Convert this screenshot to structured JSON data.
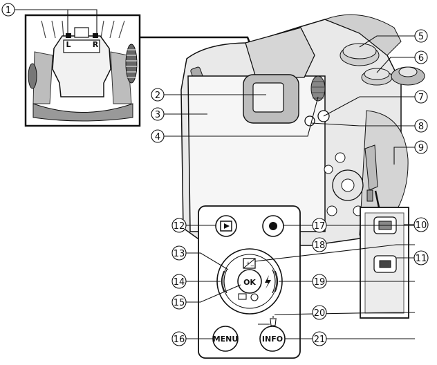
{
  "diagram": {
    "callout_numbers": [
      "1",
      "2",
      "3",
      "4",
      "5",
      "6",
      "7",
      "8",
      "9",
      "10",
      "11",
      "12",
      "13",
      "14",
      "15",
      "16",
      "17",
      "18",
      "19",
      "20",
      "21"
    ],
    "hotshoe_marks": {
      "left": "L",
      "right": "R"
    },
    "button_labels": {
      "ok": "OK",
      "menu": "MENU",
      "info": "INFO"
    }
  }
}
